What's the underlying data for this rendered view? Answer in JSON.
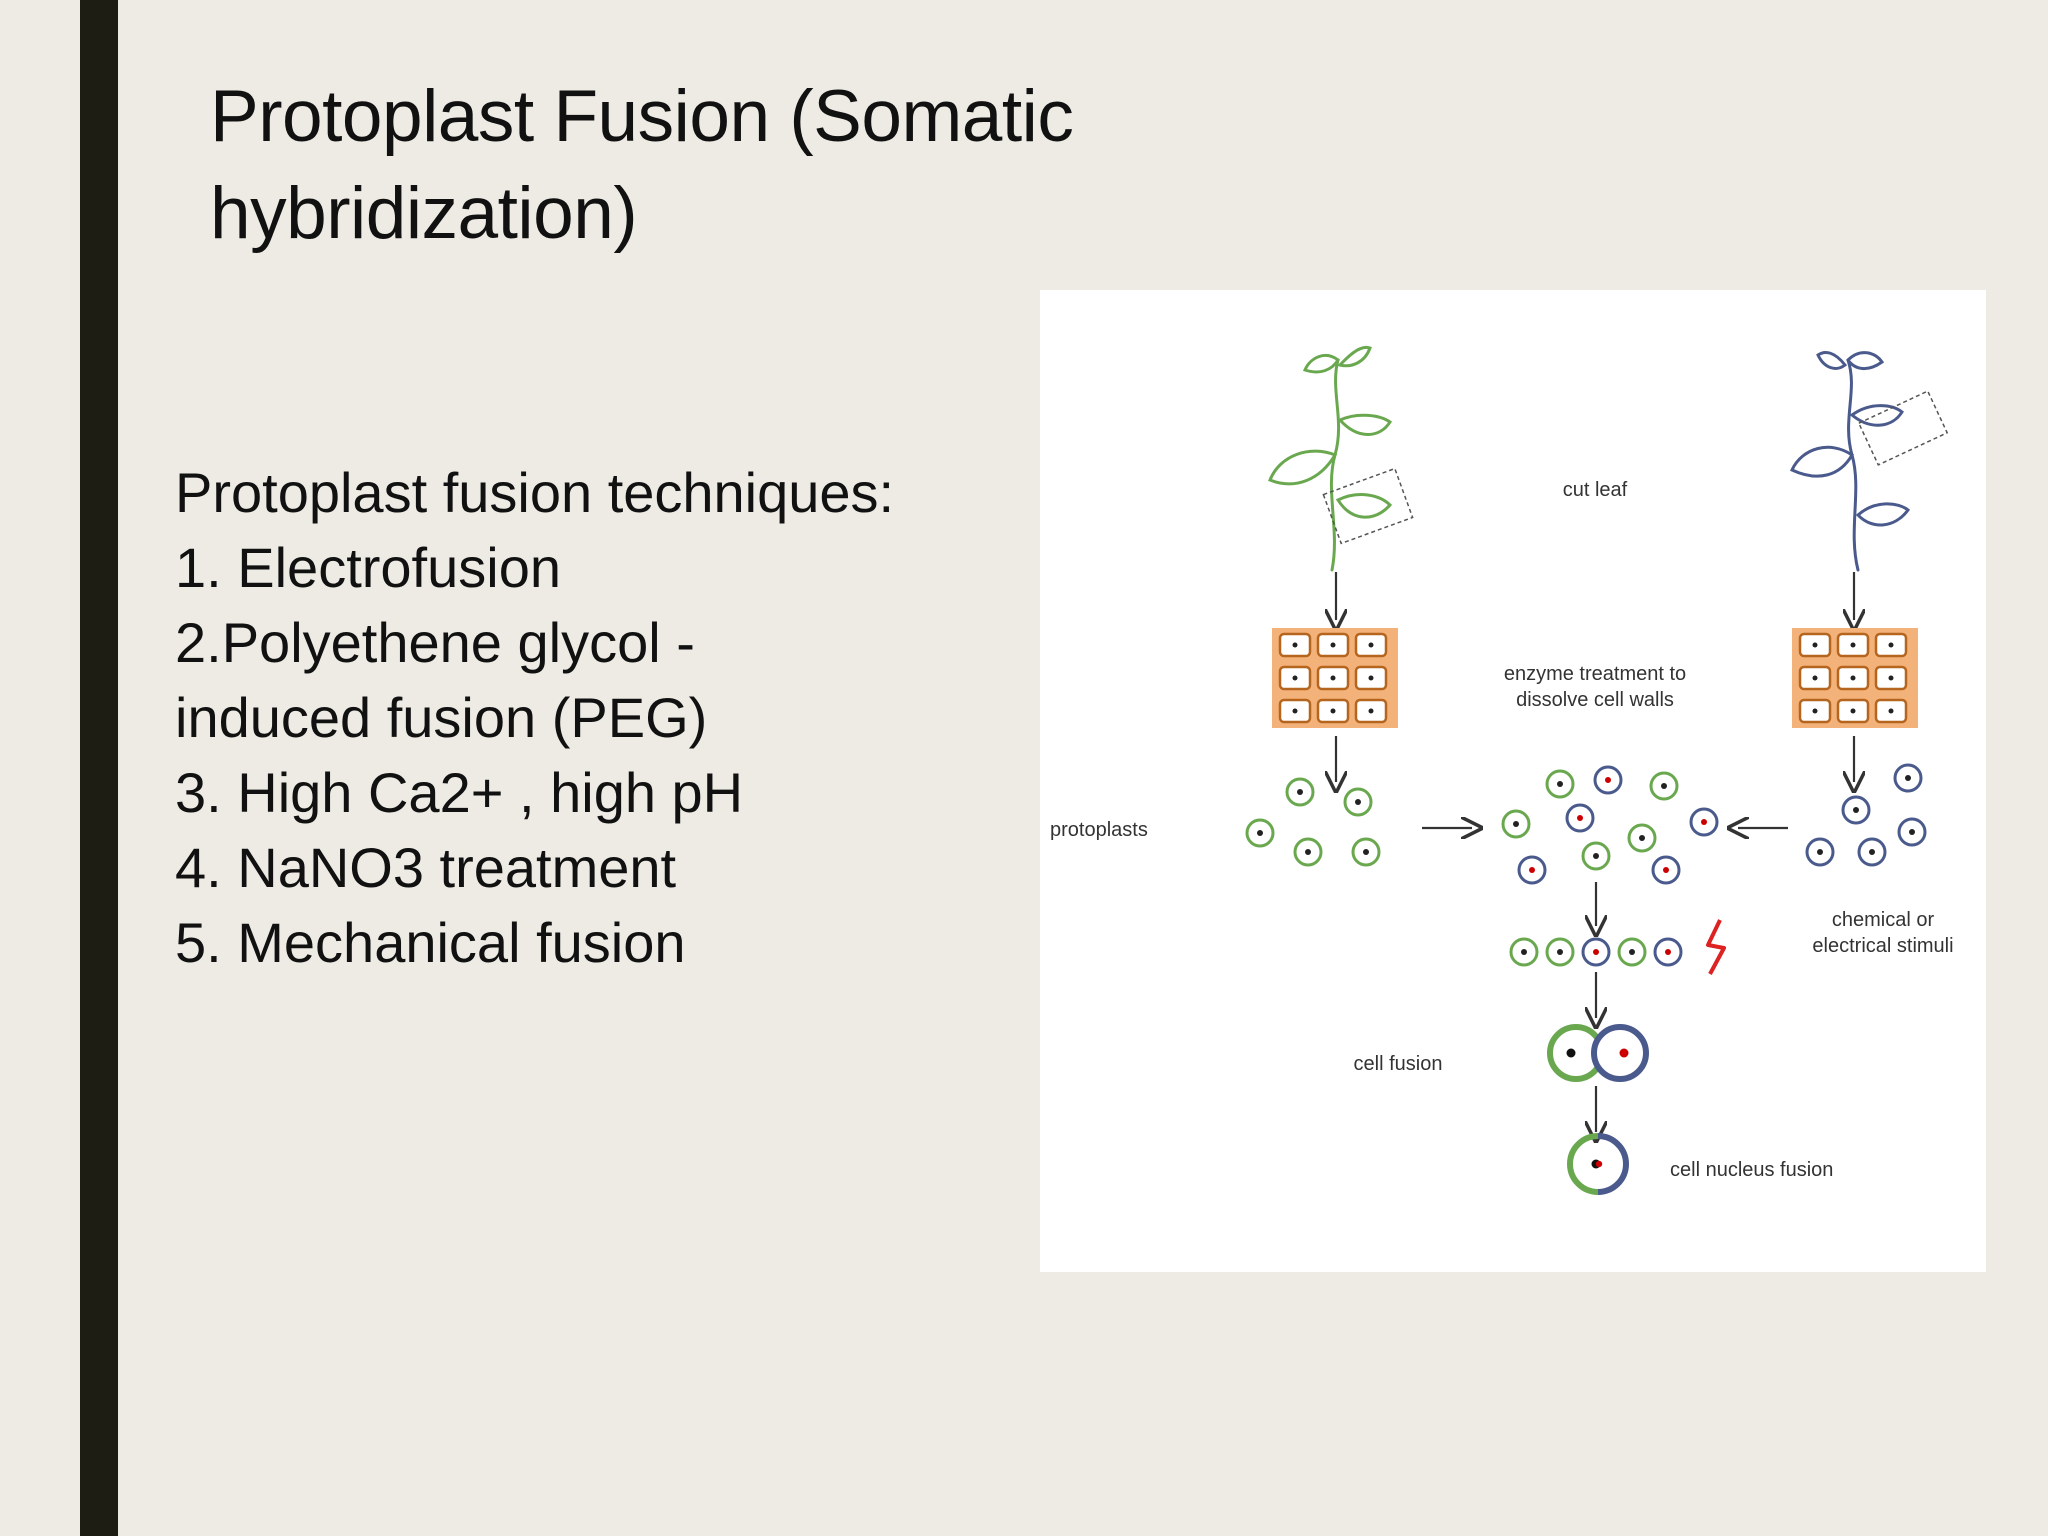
{
  "slide": {
    "title_lines": [
      "Protoplast Fusion (Somatic",
      "hybridization)"
    ],
    "body_lines": [
      "Protoplast fusion techniques:",
      "1. Electrofusion",
      "2.Polyethene glycol -",
      "induced fusion (PEG)",
      "3. High Ca2+ , high pH",
      "4. NaNO3 treatment",
      "5. Mechanical fusion"
    ]
  },
  "figure": {
    "labels": {
      "cut_leaf": "cut leaf",
      "enzyme_line1": "enzyme treatment to",
      "enzyme_line2": "dissolve cell walls",
      "protoplasts": "protoplasts",
      "stimuli_line1": "chemical or",
      "stimuli_line2": "electrical stimuli",
      "cell_fusion": "cell fusion",
      "nucleus_fusion": "cell nucleus fusion"
    },
    "colors": {
      "left_plant": "#6aa84f",
      "right_plant": "#4a5a8c",
      "tissue_fill": "#f3b27a",
      "tissue_cell": "#b5651d",
      "arrow": "#333333",
      "nucleus_left": "#111111",
      "nucleus_right": "#cc0000",
      "stimulus": "#dd2222"
    }
  }
}
